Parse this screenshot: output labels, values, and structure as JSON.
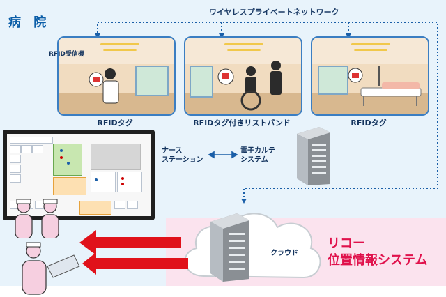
{
  "hospital": {
    "label": "病 院"
  },
  "network": {
    "label": "ワイヤレスプライベートネットワーク"
  },
  "rooms": [
    {
      "caption": "RFIDタグ"
    },
    {
      "caption": "RFIDタグ付きリストバンド"
    },
    {
      "caption": "RFIDタグ"
    }
  ],
  "rfid_receiver": {
    "label": "RFID受信機"
  },
  "nurse_station": {
    "line1": "ナース",
    "line2": "ステーション"
  },
  "ehr": {
    "line1": "電子カルテ",
    "line2": "システム"
  },
  "cloud": {
    "label": "クラウド"
  },
  "ricoh": {
    "line1": "リコー",
    "line2": "位置情報システム"
  },
  "colors": {
    "accent_blue": "#1b5fa8",
    "arrow_red": "#e0111a",
    "ricoh_pink": "#e0114b"
  }
}
